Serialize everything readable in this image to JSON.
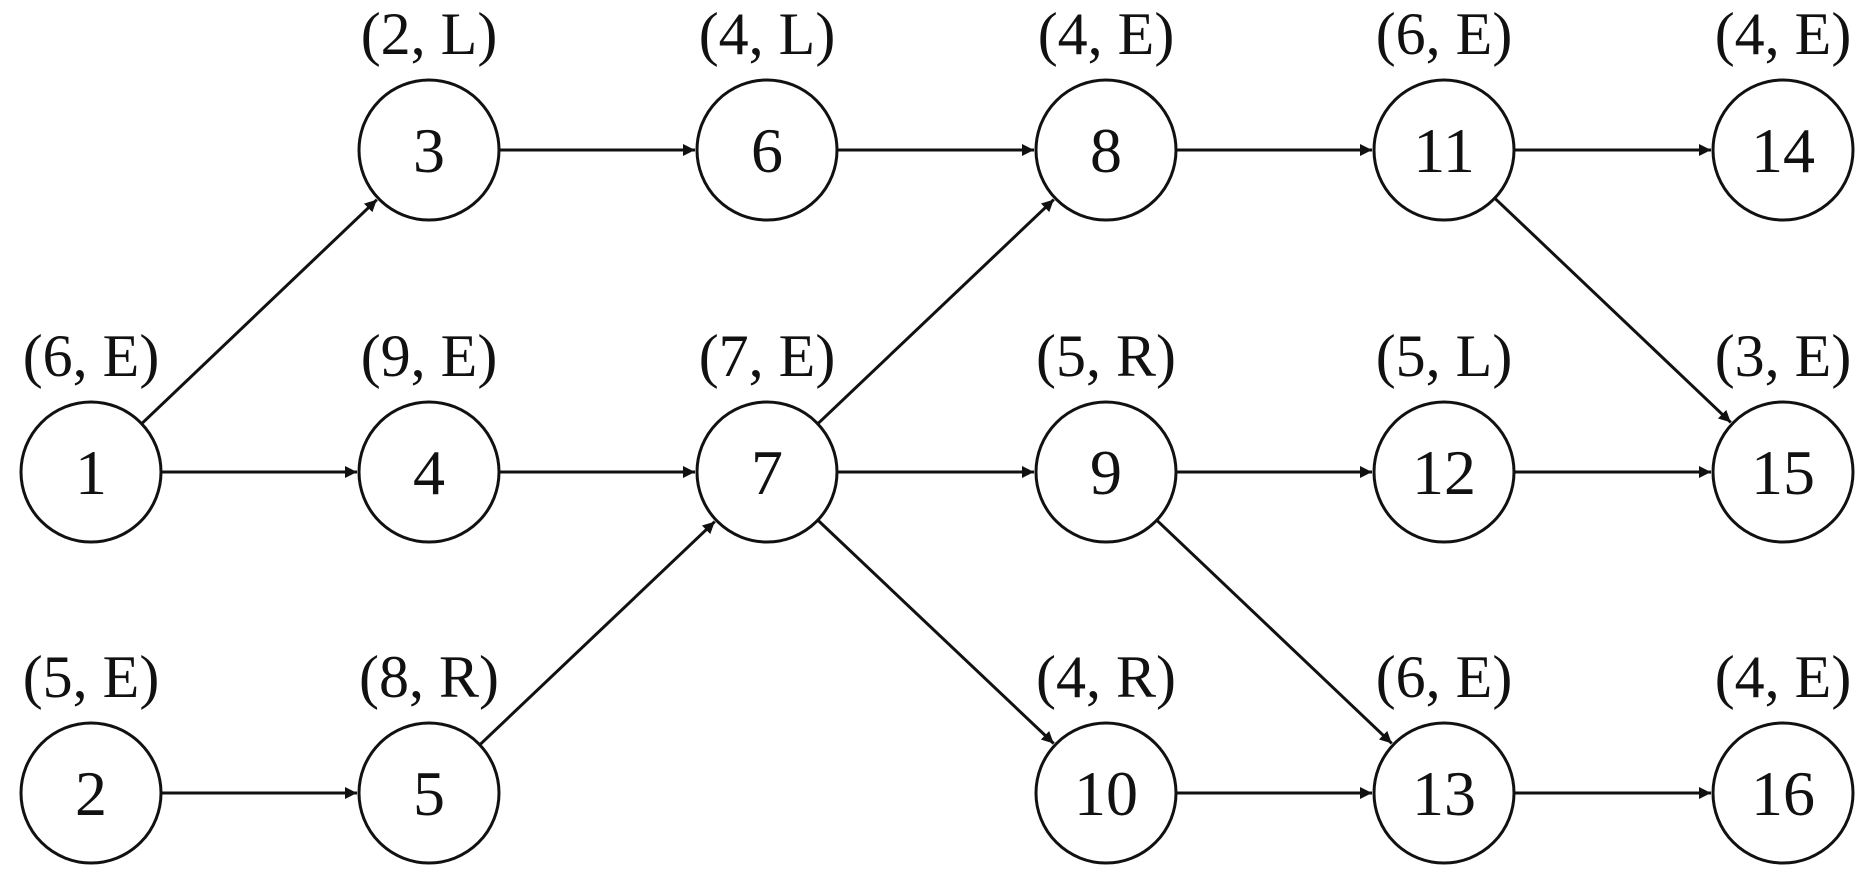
{
  "colors": {
    "stroke": "#111111",
    "background": "#ffffff"
  },
  "nodes": [
    {
      "id": "1",
      "attr": "(6, E)"
    },
    {
      "id": "2",
      "attr": "(5, E)"
    },
    {
      "id": "3",
      "attr": "(2, L)"
    },
    {
      "id": "4",
      "attr": "(9, E)"
    },
    {
      "id": "5",
      "attr": "(8, R)"
    },
    {
      "id": "6",
      "attr": "(4, L)"
    },
    {
      "id": "7",
      "attr": "(7, E)"
    },
    {
      "id": "8",
      "attr": "(4, E)"
    },
    {
      "id": "9",
      "attr": "(5, R)"
    },
    {
      "id": "10",
      "attr": "(4, R)"
    },
    {
      "id": "11",
      "attr": "(6, E)"
    },
    {
      "id": "12",
      "attr": "(5, L)"
    },
    {
      "id": "13",
      "attr": "(6, E)"
    },
    {
      "id": "14",
      "attr": "(4, E)"
    },
    {
      "id": "15",
      "attr": "(3, E)"
    },
    {
      "id": "16",
      "attr": "(4, E)"
    }
  ],
  "edges": [
    [
      "1",
      "3"
    ],
    [
      "1",
      "4"
    ],
    [
      "2",
      "5"
    ],
    [
      "3",
      "6"
    ],
    [
      "4",
      "7"
    ],
    [
      "5",
      "7"
    ],
    [
      "6",
      "8"
    ],
    [
      "7",
      "8"
    ],
    [
      "7",
      "9"
    ],
    [
      "7",
      "10"
    ],
    [
      "8",
      "11"
    ],
    [
      "9",
      "12"
    ],
    [
      "9",
      "13"
    ],
    [
      "10",
      "13"
    ],
    [
      "11",
      "14"
    ],
    [
      "11",
      "15"
    ],
    [
      "12",
      "15"
    ],
    [
      "13",
      "16"
    ]
  ]
}
